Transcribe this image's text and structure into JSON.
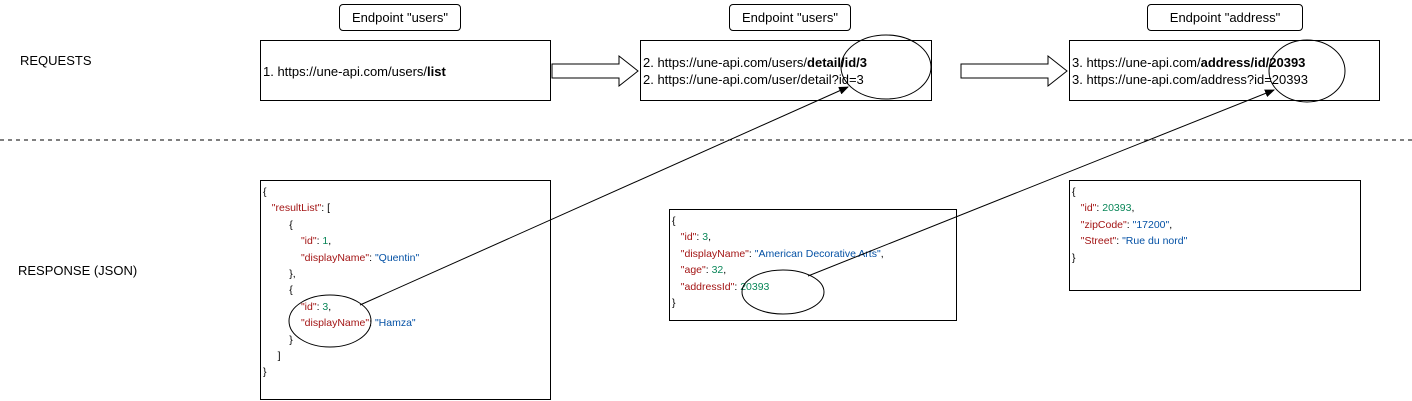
{
  "labels": {
    "requests": "REQUESTS",
    "response": "RESPONSE (JSON)"
  },
  "endpoints": [
    "Endpoint \"users\"",
    "Endpoint \"users\"",
    "Endpoint \"address\""
  ],
  "requests": {
    "r1": {
      "prefix": "1. https://une-api.com/users/",
      "bold": "list"
    },
    "r2a": {
      "prefix": "2. https://une-api.com/users/",
      "bold": "detail/id/3"
    },
    "r2b": "2. https://une-api.com/user/detail?id=3",
    "r3a": {
      "prefix": "3. https://une-api.com/",
      "bold": "address/id/20393"
    },
    "r3b": "3. https://une-api.com/address?id=20393"
  },
  "json1": {
    "root_key": "\"resultList\"",
    "items": [
      {
        "id_key": "\"id\"",
        "id_val": "1",
        "name_key": "\"displayName\"",
        "name_val": "\"Quentin\""
      },
      {
        "id_key": "\"id\"",
        "id_val": "3",
        "name_key": "\"displayName\"",
        "name_val": "\"Hamza\""
      }
    ]
  },
  "json2": {
    "id_key": "\"id\"",
    "id_val": "3",
    "name_key": "\"displayName\"",
    "name_val": "\"American Decorative Arts\"",
    "age_key": "\"age\"",
    "age_val": "32",
    "addr_key": "\"addressId\"",
    "addr_val": "20393"
  },
  "json3": {
    "id_key": "\"id\"",
    "id_val": "20393",
    "zip_key": "\"zipCode\"",
    "zip_val": "\"17200\"",
    "street_key": "\"Street\"",
    "street_val": "\"Rue du nord\""
  }
}
